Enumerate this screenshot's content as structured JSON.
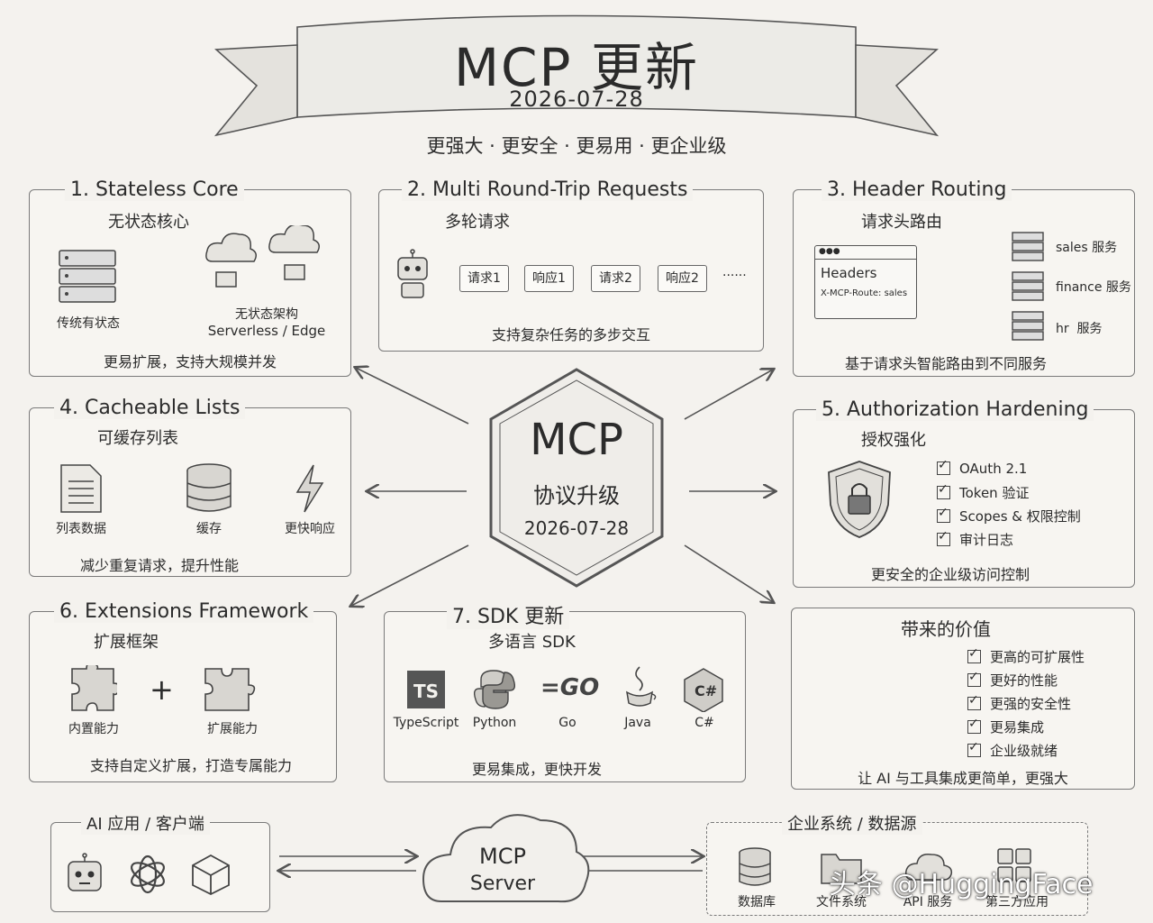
{
  "header": {
    "title": "MCP 更新",
    "date": "2026-07-28",
    "tagline": "更强大 · 更安全 · 更易用 · 更企业级"
  },
  "center": {
    "name": "MCP",
    "label": "协议升级",
    "date": "2026-07-28"
  },
  "stateless": {
    "title": "1. Stateless Core",
    "subtitle": "无状态核心",
    "left_label": "传统有状态",
    "right_label_1": "无状态架构",
    "right_label_2": "Serverless / Edge",
    "footer": "更易扩展，支持大规模并发"
  },
  "multiround": {
    "title": "2. Multi Round-Trip Requests",
    "subtitle": "多轮请求",
    "steps": [
      "请求1",
      "响应1",
      "请求2",
      "响应2"
    ],
    "ellipsis": "······",
    "footer": "支持复杂任务的多步交互"
  },
  "routing": {
    "title": "3. Header Routing",
    "subtitle": "请求头路由",
    "panel_title": "Headers",
    "panel_value": "X-MCP-Route: sales",
    "services": [
      "sales 服务",
      "finance 服务",
      "hr  服务"
    ],
    "footer": "基于请求头智能路由到不同服务"
  },
  "cacheable": {
    "title": "4. Cacheable Lists",
    "subtitle": "可缓存列表",
    "labels": [
      "列表数据",
      "缓存",
      "更快响应"
    ],
    "footer": "减少重复请求，提升性能"
  },
  "auth": {
    "title": "5. Authorization Hardening",
    "subtitle": "授权强化",
    "items": [
      "OAuth 2.1",
      "Token 验证",
      "Scopes & 权限控制",
      "审计日志"
    ],
    "footer": "更安全的企业级访问控制"
  },
  "extensions": {
    "title": "6. Extensions Framework",
    "subtitle": "扩展框架",
    "labels": [
      "内置能力",
      "扩展能力"
    ],
    "plus": "+",
    "footer": "支持自定义扩展，打造专属能力"
  },
  "sdk": {
    "title": "7. SDK 更新",
    "subtitle": "多语言 SDK",
    "languages": [
      "TypeScript",
      "Python",
      "Go",
      "Java",
      "C#"
    ],
    "footer": "更易集成，更快开发"
  },
  "value": {
    "title": "带来的价值",
    "items": [
      "更高的可扩展性",
      "更好的性能",
      "更强的安全性",
      "更易集成",
      "企业级就绪"
    ],
    "footer": "让 AI 与工具集成更简单，更强大"
  },
  "bottom": {
    "client_title": "AI 应用 / 客户端",
    "server_1": "MCP",
    "server_2": "Server",
    "enterprise_title": "企业系统 / 数据源",
    "enterprise_items": [
      "数据库",
      "文件系统",
      "API 服务",
      "第三方应用"
    ]
  },
  "watermark": "头条 @HuggingFace"
}
